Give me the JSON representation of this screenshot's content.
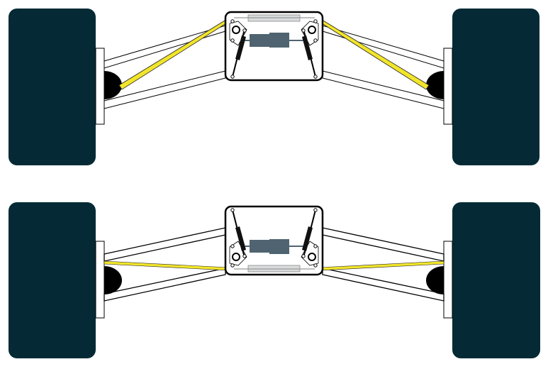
{
  "diagram": {
    "type": "suspension-schematic",
    "views": [
      "upper-assembly",
      "lower-assembly"
    ],
    "colors": {
      "tyre": "#052a35",
      "pushrod": "#f2e52a",
      "damper": "#111111",
      "inerter": "#4f6470",
      "heave_bar": "#d9dcdd",
      "outline": "#000000",
      "background": "#ffffff"
    }
  }
}
